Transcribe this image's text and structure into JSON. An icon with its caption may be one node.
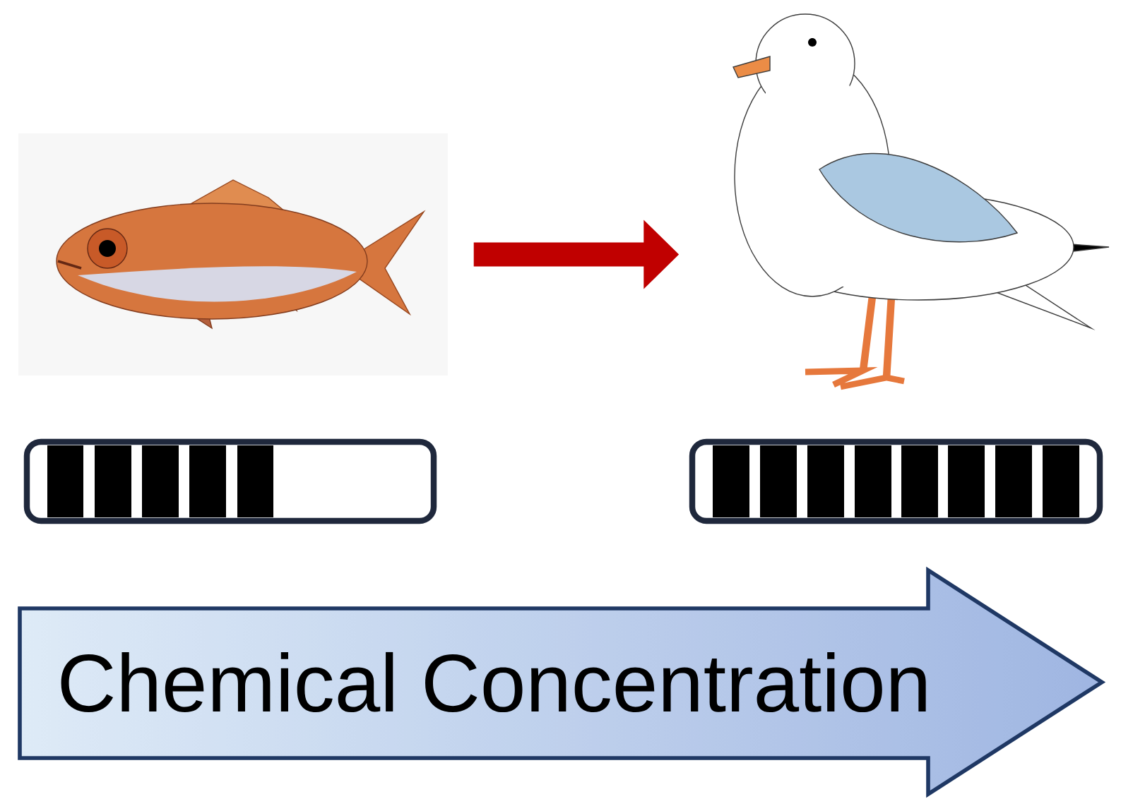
{
  "diagram": {
    "nodes": [
      {
        "text": [],
        "shape": "picture"
      },
      {
        "text": [],
        "shape": "picture"
      },
      {
        "text": [],
        "shape": "bar"
      },
      {
        "text": [],
        "shape": "bar"
      },
      {
        "text": [
          "Chemical Concentration"
        ]
      }
    ],
    "edges": [
      {
        "from": 0,
        "to": 1,
        "arrow": "to",
        "color": "#c00000"
      }
    ]
  }
}
